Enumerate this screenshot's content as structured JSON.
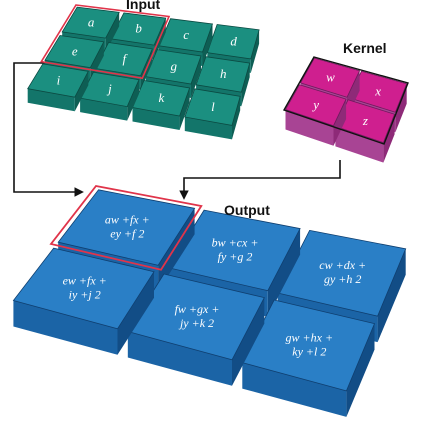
{
  "labels": {
    "input": "Input",
    "kernel": "Kernel",
    "output": "Output"
  },
  "input_grid": {
    "rows": [
      [
        "a",
        "b",
        "c",
        "d"
      ],
      [
        "e",
        "f",
        "g",
        "h"
      ],
      [
        "i",
        "j",
        "k",
        "l"
      ]
    ]
  },
  "kernel_grid": {
    "rows": [
      [
        "w",
        "x"
      ],
      [
        "y",
        "z"
      ]
    ]
  },
  "output_grid": {
    "rows": [
      [
        {
          "line1": "aw  +fx +",
          "line2": "ey    +f 2"
        },
        {
          "line1": "bw   +cx +",
          "line2": "fy     +g 2"
        },
        {
          "line1": "cw   +dx +",
          "line2": "gy     +h 2"
        }
      ],
      [
        {
          "line1": "ew  +fx +",
          "line2": "iy     +j 2"
        },
        {
          "line1": "fw   +gx +",
          "line2": "jy     +k 2"
        },
        {
          "line1": "gw   +hx +",
          "line2": "ky     +l 2"
        }
      ]
    ]
  },
  "colors": {
    "input_top": "#1b8f80",
    "input_side": "#0e5e54",
    "input_front": "#13756a",
    "kernel_top": "#cf1f8f",
    "kernel_side": "#8e2a78",
    "kernel_front": "#a84494",
    "output_top": "#2a7fc6",
    "output_side": "#124d86",
    "output_front": "#1b64a6",
    "window_outline": "#e0344a",
    "arrow": "#111111"
  }
}
